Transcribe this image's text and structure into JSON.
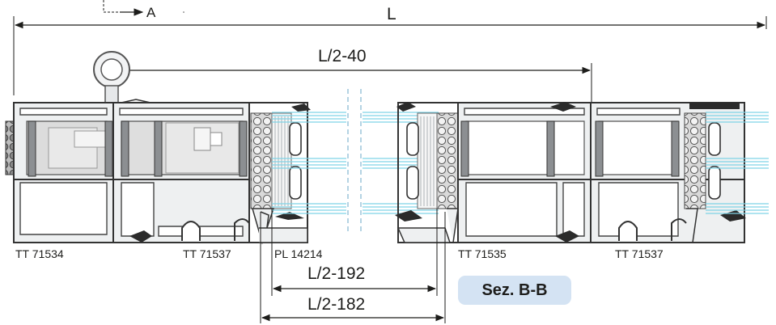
{
  "dimensions": {
    "overall": "L",
    "half_minus_40": "L/2-40",
    "half_minus_192": "L/2-192",
    "half_minus_182": "L/2-182"
  },
  "section_marker": "A",
  "profiles": [
    "TT 71534",
    "TT 71537",
    "PL 14214",
    "TT 71535",
    "TT 71537"
  ],
  "section_badge": "Sez. B-B",
  "colors": {
    "line": "#1d1d1b",
    "profile_fill": "#e6e8ea",
    "profile_dark": "#8c8f92",
    "glass": "#7fd3e6",
    "gasket": "#2b2b2b",
    "badge_bg": "#d4e3f3"
  }
}
